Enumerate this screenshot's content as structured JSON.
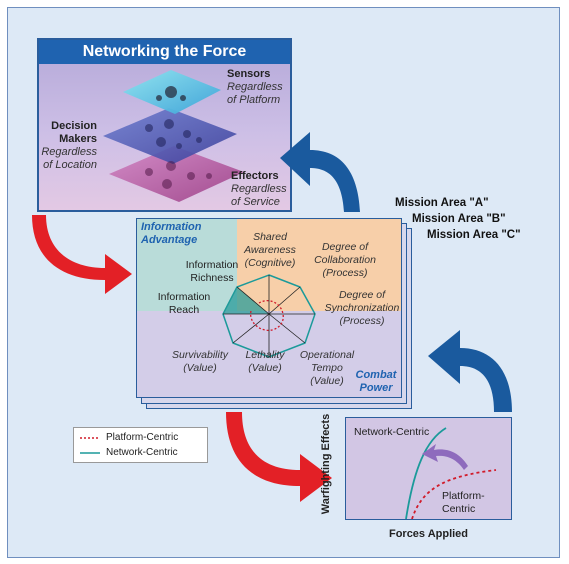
{
  "diagram": {
    "networking_title": "Networking the Force",
    "sensors": {
      "title": "Sensors",
      "subtitle": "Regardless of Platform"
    },
    "decision_makers": {
      "title": "Decision Makers",
      "subtitle": "Regardless of Location"
    },
    "effectors": {
      "title": "Effectors",
      "subtitle": "Regardless of Service"
    },
    "missions": [
      "Mission Area \"A\"",
      "Mission Area \"B\"",
      "Mission Area \"C\""
    ],
    "web": {
      "info_advantage": "Information Advantage",
      "combat_power": "Combat Power",
      "info_richness": "Information Richness",
      "info_reach": "Information Reach",
      "shared_awareness": "Shared Awareness (Cognitive)",
      "collaboration": "Degree of Collaboration (Process)",
      "synchronization": "Degree of Synchronization (Process)",
      "survivability": "Survivability (Value)",
      "lethality": "Lethality (Value)",
      "tempo": "Operational Tempo (Value)"
    },
    "legend": {
      "platform": "Platform-Centric",
      "network": "Network-Centric"
    },
    "graph": {
      "y_label": "Warfighting Effects",
      "x_label": "Forces Applied",
      "network_label": "Network-Centric",
      "platform_label": "Platform-Centric"
    },
    "colors": {
      "panel_blue": "#1f63b0",
      "red_arrow": "#e32026",
      "blue_arrow": "#1a5a9e",
      "network_line": "#1b9a9a",
      "platform_line": "#d11b2a"
    }
  }
}
